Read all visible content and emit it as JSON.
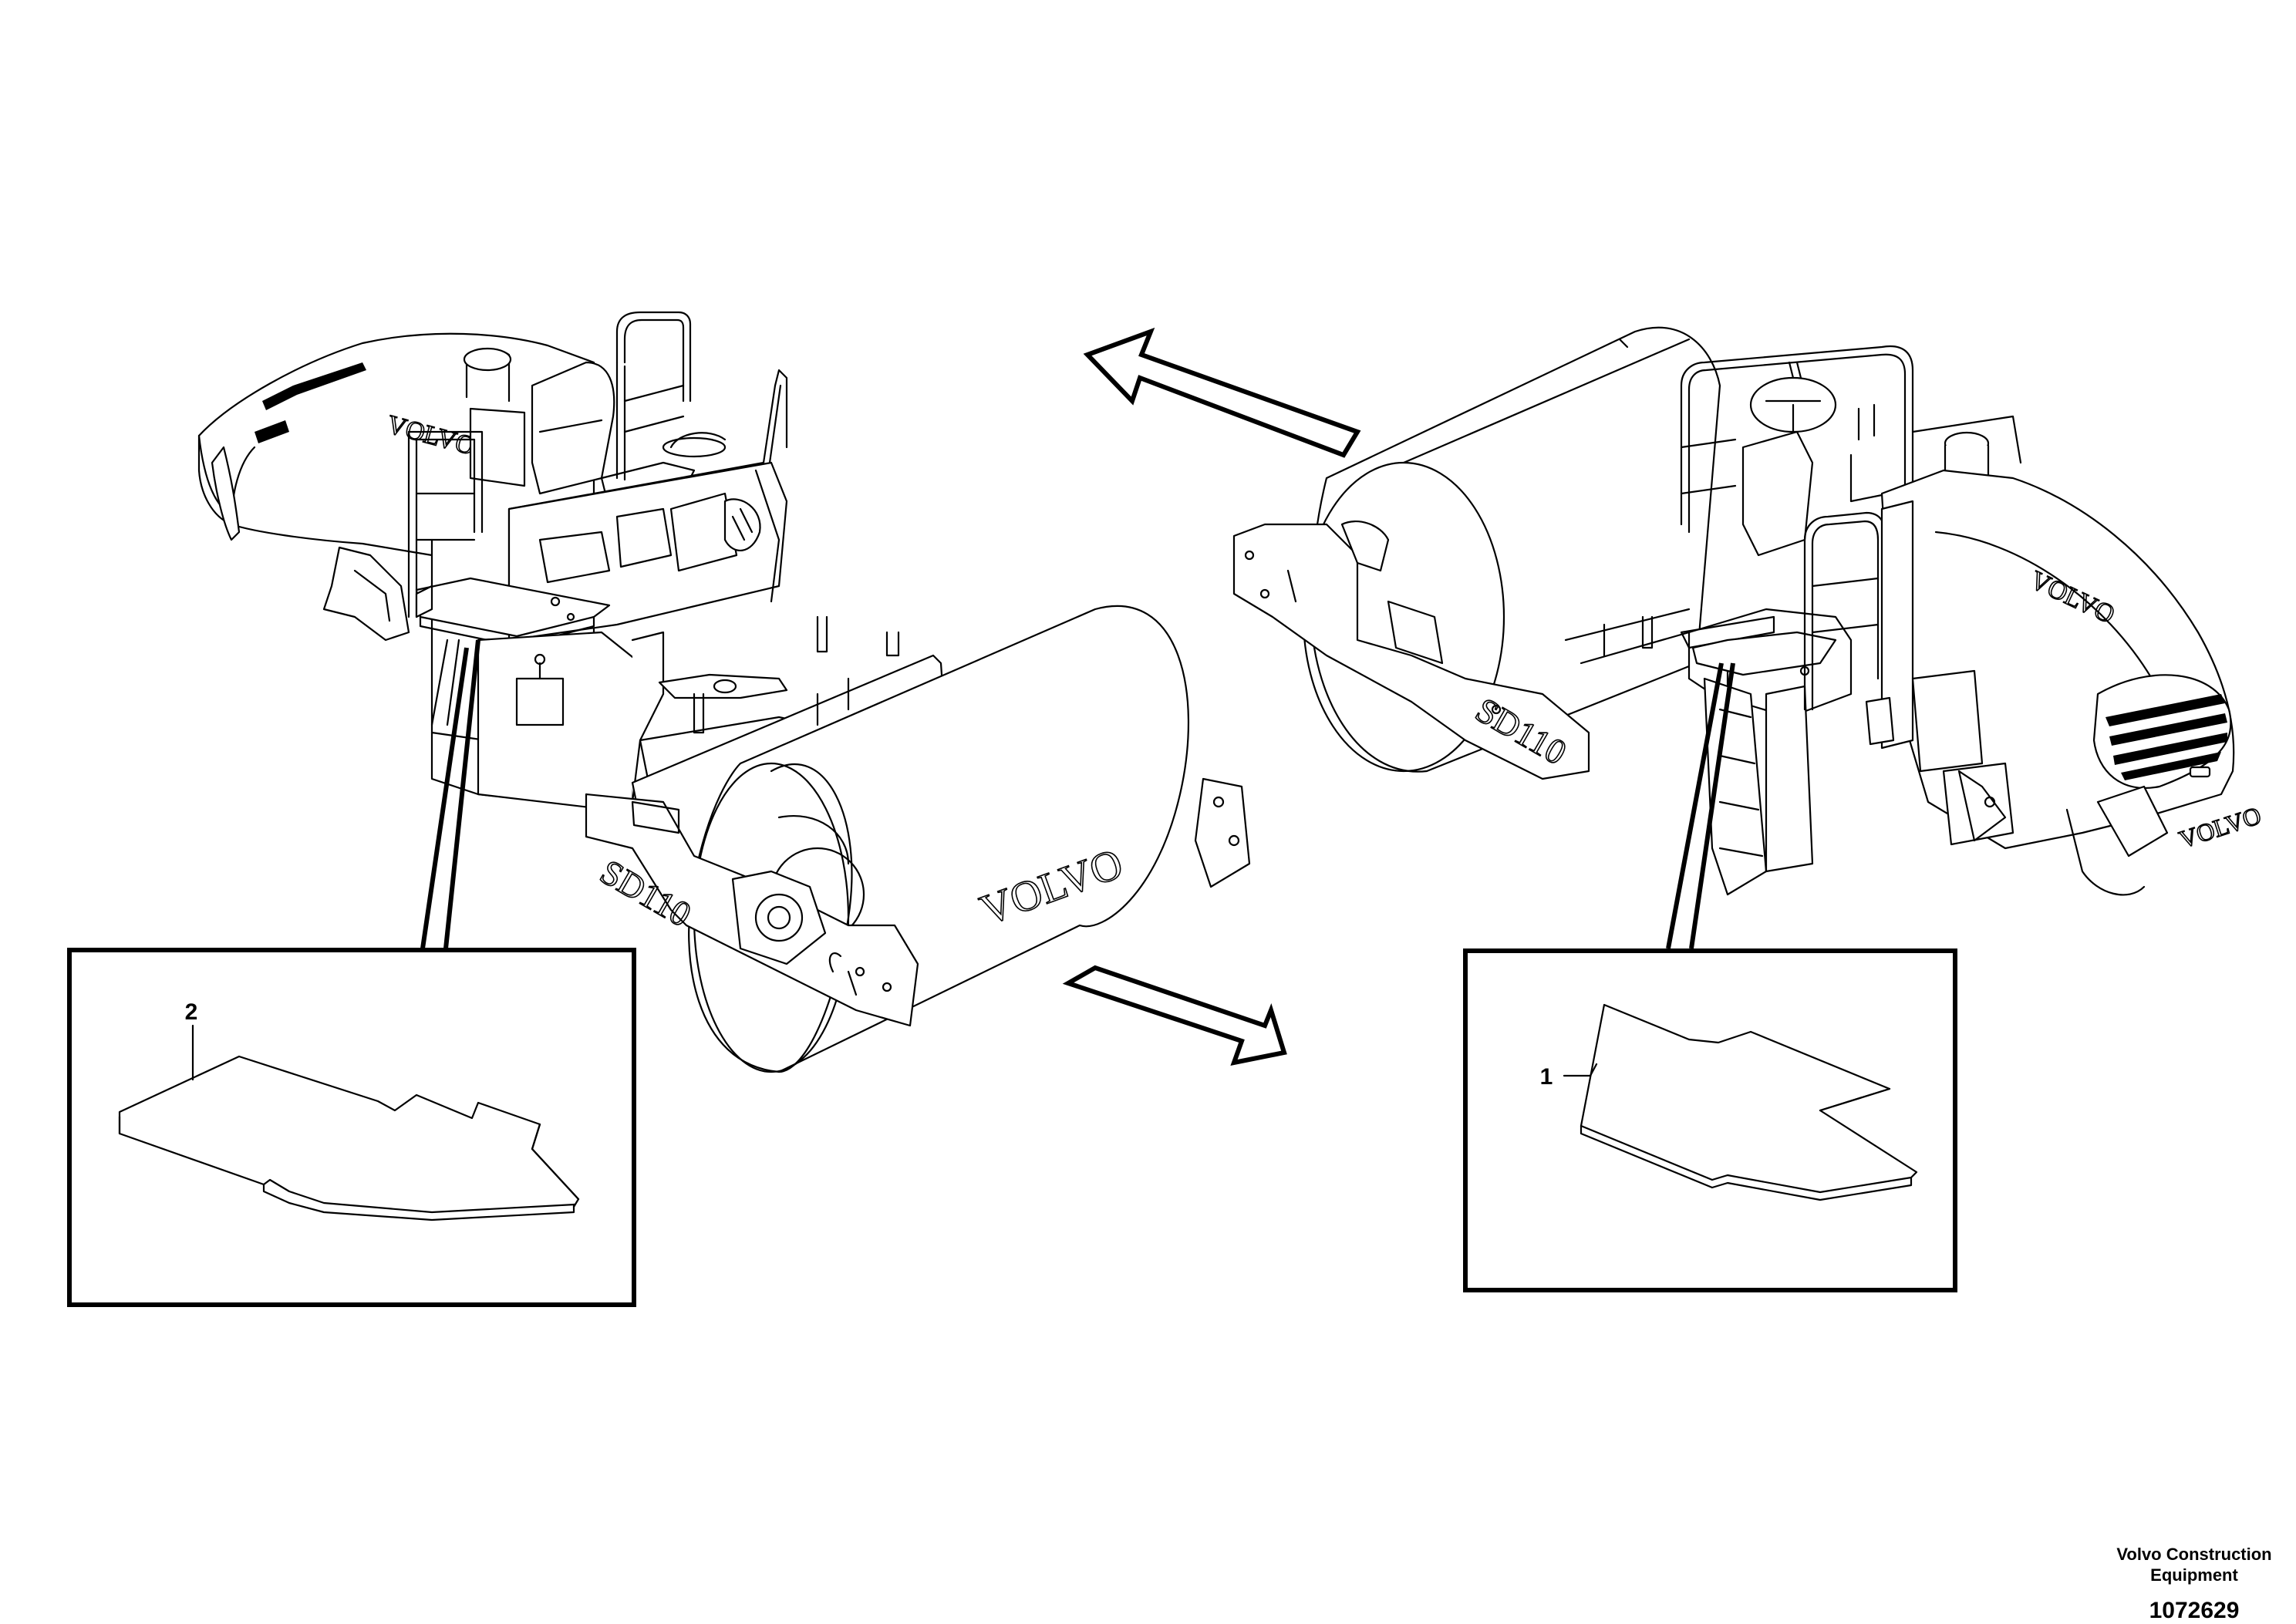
{
  "machine": {
    "brand_emblem": "VOLVO",
    "model_emblem": "SD110"
  },
  "callouts": [
    {
      "number": "2",
      "part": "floor-mat-left"
    },
    {
      "number": "1",
      "part": "floor-mat-right"
    }
  ],
  "footer": {
    "company": "Volvo Construction Equipment",
    "doc_number": "1072629"
  },
  "icons": [
    "direction-arrow",
    "drum",
    "operator-platform",
    "engine-hood"
  ]
}
